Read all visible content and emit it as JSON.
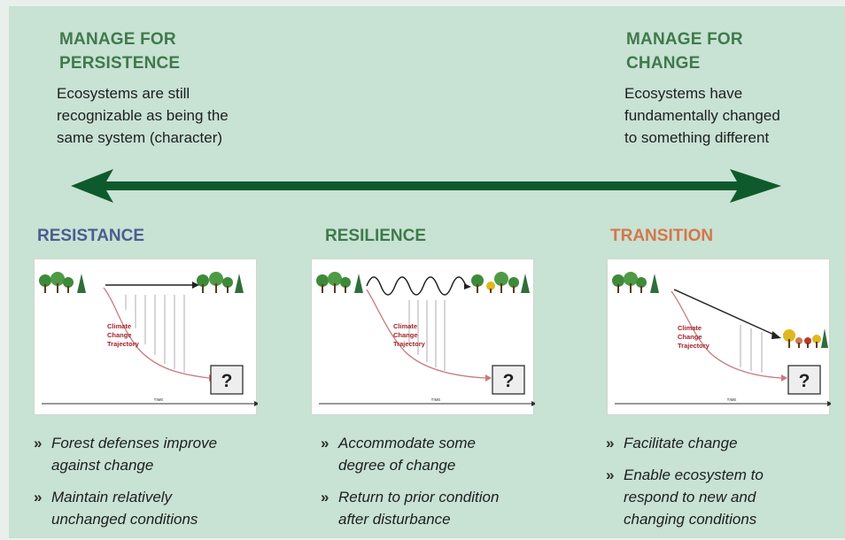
{
  "left": {
    "title": "MANAGE FOR PERSISTENCE",
    "title_line1": "MANAGE FOR",
    "title_line2": "PERSISTENCE",
    "description_lines": [
      "Ecosystems are still",
      "recognizable as being the",
      "same system (character)"
    ]
  },
  "right": {
    "title": "MANAGE FOR CHANGE",
    "title_line1": "MANAGE FOR",
    "title_line2": "CHANGE",
    "description_lines": [
      "Ecosystems have",
      "fundamentally changed",
      "to something different"
    ]
  },
  "colors": {
    "arrow": "#0f5a2c",
    "resistance": "#4b5e8e",
    "resilience": "#3f7a4a",
    "transition": "#d4774a",
    "trajectory": "#a3222a"
  },
  "strategies": [
    {
      "name": "RESISTANCE",
      "card_labels": {
        "trajectory": [
          "Climate",
          "Change",
          "Trajectory"
        ],
        "unknown": "?",
        "time": "TIME"
      },
      "bullets": [
        [
          "Forest defenses improve",
          "against change"
        ],
        [
          "Maintain relatively",
          "unchanged conditions"
        ]
      ]
    },
    {
      "name": "RESILIENCE",
      "card_labels": {
        "trajectory": [
          "Climate",
          "Change",
          "Trajectory"
        ],
        "unknown": "?",
        "time": "TIME"
      },
      "bullets": [
        [
          "Accommodate some",
          "degree of change"
        ],
        [
          "Return to prior condition",
          "after disturbance"
        ]
      ]
    },
    {
      "name": "TRANSITION",
      "card_labels": {
        "trajectory": [
          "Climate",
          "Change",
          "Trajectory"
        ],
        "unknown": "?",
        "time": "TIME"
      },
      "bullets": [
        [
          "Facilitate change"
        ],
        [
          "Enable ecosystem to",
          "respond to new and",
          "changing conditions"
        ]
      ]
    }
  ],
  "bullet_marker": "»"
}
